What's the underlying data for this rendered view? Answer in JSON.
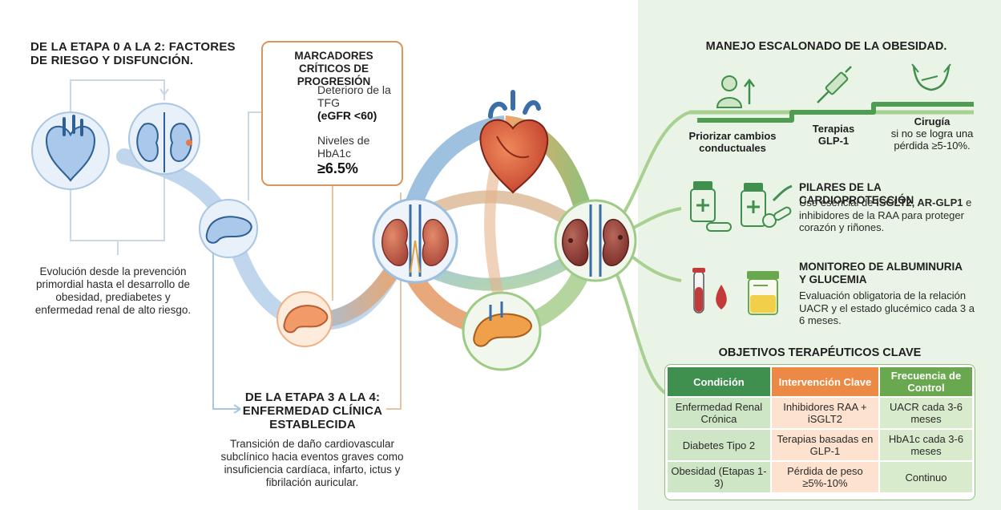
{
  "left": {
    "stage02_title": "DE LA ETAPA 0 A LA 2: FACTORES DE RIESGO Y DISFUNCIÓN.",
    "stage02_desc": "Evolución desde la prevención primordial hasta el desarrollo de obesidad, prediabetes y enfermedad renal de alto riesgo.",
    "stage34_title": "DE LA ETAPA 3 A LA 4: ENFERMEDAD CLÍNICA ESTABLECIDA",
    "stage34_desc": "Transición de daño cardiovascular subclínico hacia eventos graves como insuficiencia cardíaca, infarto, ictus y fibrilación auricular."
  },
  "markers": {
    "title": "MARCADORES CRÍTICOS DE PROGRESIÓN",
    "item1_text": "Deterioro de la TFG",
    "item1_value": "(eGFR <60)",
    "item2_text": "Niveles de HbA1c",
    "item2_value": "≥6.5%"
  },
  "management": {
    "title": "MANEJO ESCALONADO DE LA OBESIDAD.",
    "step1": "Priorizar cambios conductuales",
    "step2": "Terapias GLP-1",
    "step3_title": "Cirugía",
    "step3_sub": "si no se logra una pérdida ≥5-10%."
  },
  "pillars": {
    "title": "PILARES DE LA CARDIOPROTECCIÓN",
    "body_pre": "Uso esencial de ",
    "body_bold": "iSGLT2, AR-GLP1",
    "body_post": " e inhibidores de la RAA para proteger corazón y riñones."
  },
  "monitoring": {
    "title": "MONITOREO DE ALBUMINURIA Y GLUCEMIA",
    "body": "Evaluación obligatoria de la relación UACR y el estado glucémico cada 3 a 6 meses."
  },
  "objectives": {
    "title": "OBJETIVOS TERAPÉUTICOS CLAVE",
    "headers": [
      "Condición",
      "Intervención Clave",
      "Frecuencia de Control"
    ],
    "rows": [
      [
        "Enfermedad Renal Crónica",
        "Inhibidores RAA + iSGLT2",
        "UACR cada 3-6 meses"
      ],
      [
        "Diabetes Tipo 2",
        "Terapias basadas en GLP-1",
        "HbA1c cada 3-6 meses"
      ],
      [
        "Obesidad (Etapas 1-3)",
        "Pérdida de peso ≥5%-10%",
        "Continuo"
      ]
    ]
  },
  "icons": [
    "heart-icon",
    "kidneys-icon",
    "pancreas-icon",
    "syringe-icon",
    "person-icon",
    "surgery-icon",
    "pill-bottle-icon",
    "blood-tube-icon",
    "urine-sample-icon"
  ],
  "colors": {
    "right_panel_bg": "#eaf4e6",
    "green_accent": "#3f8f4e",
    "orange_accent": "#ec8a45",
    "blue_accent": "#4a86c5"
  }
}
